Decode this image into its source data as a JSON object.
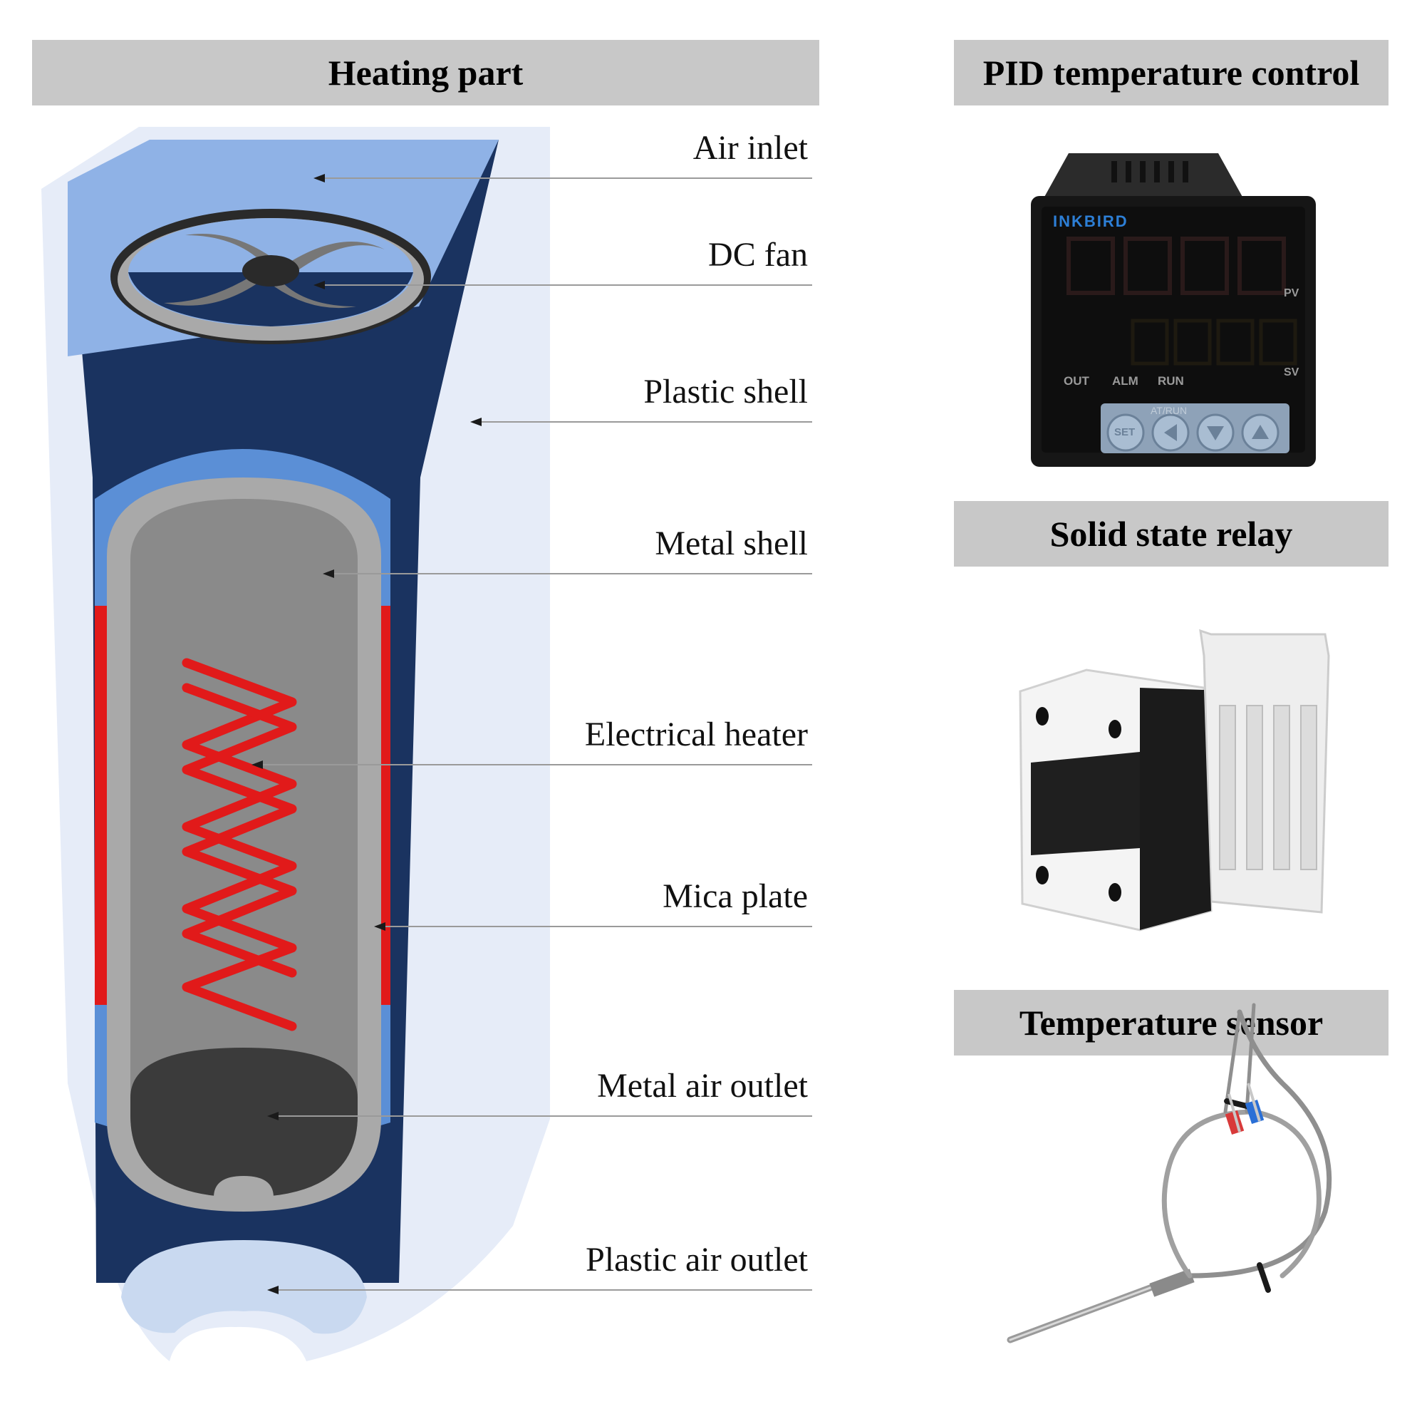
{
  "headers": {
    "heating_part": "Heating part",
    "pid_control": "PID temperature control",
    "solid_state_relay": "Solid state relay",
    "temperature_sensor": "Temperature sensor"
  },
  "callouts": [
    {
      "key": "air-inlet",
      "label": "Air inlet"
    },
    {
      "key": "dc-fan",
      "label": "DC fan"
    },
    {
      "key": "plastic-shell",
      "label": "Plastic shell"
    },
    {
      "key": "metal-shell",
      "label": "Metal shell"
    },
    {
      "key": "electrical-heater",
      "label": "Electrical heater"
    },
    {
      "key": "mica-plate",
      "label": "Mica plate"
    },
    {
      "key": "metal-air-outlet",
      "label": "Metal air outlet"
    },
    {
      "key": "plastic-air-outlet",
      "label": "Plastic air outlet"
    }
  ],
  "pid_device": {
    "brand": "INKBIRD",
    "pv_label": "PV",
    "sv_label": "SV",
    "indicators": [
      "OUT",
      "ALM",
      "RUN"
    ],
    "at_run_label": "AT/RUN",
    "set_button": "SET"
  },
  "colors": {
    "banner": "#c8c8c8",
    "outer_shell": "#e6ecf8",
    "mid_blue": "#5b8fd6",
    "dark_blue": "#1a3360",
    "light_blue": "#8fb2e6",
    "metal_gray": "#8a8a8a",
    "heater_red": "#e11a1a"
  }
}
